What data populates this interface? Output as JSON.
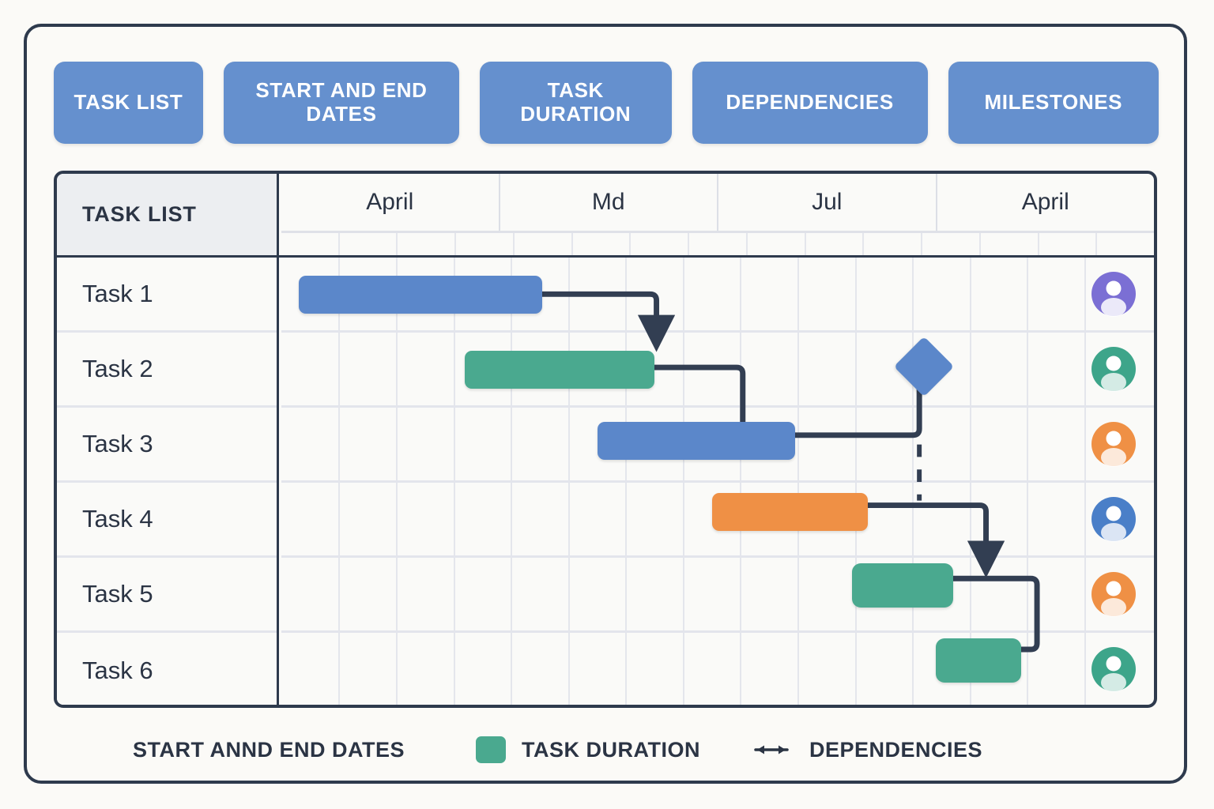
{
  "chart_data": {
    "type": "bar",
    "chart_kind": "gantt",
    "title": "",
    "xlabel": "",
    "ylabel": "",
    "grid": true,
    "timeline_headers": [
      "April",
      "Md",
      "Jul",
      "April"
    ],
    "subcolumn_count": 15,
    "categories": [
      "Task 1",
      "Task 2",
      "Task 3",
      "Task 4",
      "Task 5",
      "Task 6"
    ],
    "tasks": [
      {
        "name": "Task 1",
        "start": 0.03,
        "end": 0.28,
        "color": "#5b87ca",
        "assignee_color": "#7b6fd4"
      },
      {
        "name": "Task 2",
        "start": 0.22,
        "end": 0.44,
        "color": "#4aa98f",
        "assignee_color": "#3da58a"
      },
      {
        "name": "Task 3",
        "start": 0.37,
        "end": 0.6,
        "color": "#5b87ca",
        "assignee_color": "#ef9045"
      },
      {
        "name": "Task 4",
        "start": 0.5,
        "end": 0.7,
        "color": "#ef9045",
        "assignee_color": "#4a7fc8"
      },
      {
        "name": "Task 5",
        "start": 0.66,
        "end": 0.78,
        "color": "#4aa98f",
        "assignee_color": "#ef9045"
      },
      {
        "name": "Task 6",
        "start": 0.75,
        "end": 0.86,
        "color": "#4aa98f",
        "assignee_color": "#3da58a"
      }
    ],
    "milestones": [
      {
        "label": "",
        "row": 2,
        "position": 0.74,
        "color": "#5b87ca"
      }
    ],
    "dependencies": [
      {
        "from": "Task 1",
        "to": "Task 2",
        "type": "finish-to-start"
      },
      {
        "from": "Task 2",
        "to": "Task 3",
        "type": "finish-to-start"
      },
      {
        "from": "Task 3",
        "to": "milestone",
        "type": "finish-to-start"
      },
      {
        "from": "Task 4",
        "to": "Task 5",
        "type": "finish-to-start"
      },
      {
        "from": "Task 5",
        "to": "Task 6",
        "type": "finish-to-start"
      }
    ]
  },
  "toolbar": {
    "chips": [
      {
        "label": "TASK LIST"
      },
      {
        "label": "START AND END DATES"
      },
      {
        "label": "TASK DURATION"
      },
      {
        "label": "DEPENDENCIES"
      },
      {
        "label": "MILESTONES"
      }
    ]
  },
  "table": {
    "task_column_header": "TASK LIST",
    "months": [
      "April",
      "Md",
      "Jul",
      "April"
    ],
    "rows": [
      {
        "name": "Task 1"
      },
      {
        "name": "Task 2"
      },
      {
        "name": "Task 3"
      },
      {
        "name": "Task 4"
      },
      {
        "name": "Task 5"
      },
      {
        "name": "Task 6"
      }
    ]
  },
  "legend": {
    "items": [
      {
        "label": "START ANND END DATES",
        "icon": "none"
      },
      {
        "label": "TASK DURATION",
        "icon": "green-swatch",
        "color": "#4aa98f"
      },
      {
        "label": "DEPENDENCIES",
        "icon": "double-arrow"
      }
    ]
  },
  "colors": {
    "frame": "#2e3a4d",
    "chip": "#6590ce",
    "blue_bar": "#5b87ca",
    "green_bar": "#4aa98f",
    "orange_bar": "#ef9045",
    "connector": "#323e52",
    "background": "#fbfaf7"
  }
}
